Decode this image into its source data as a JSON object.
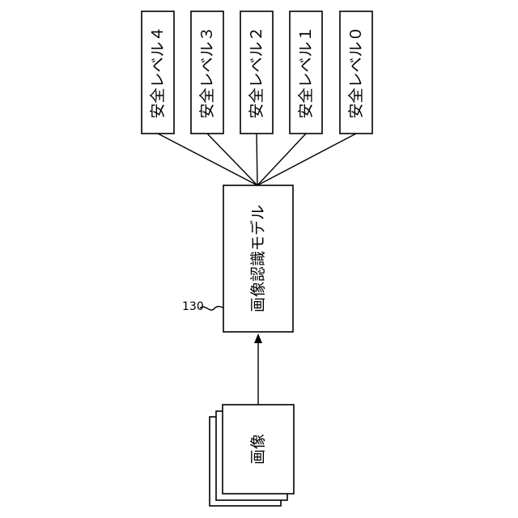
{
  "diagram": {
    "safety_levels": [
      {
        "label": "安全レベル４"
      },
      {
        "label": "安全レベル３"
      },
      {
        "label": "安全レベル２"
      },
      {
        "label": "安全レベル１"
      },
      {
        "label": "安全レベル０"
      }
    ],
    "model": {
      "label": "画像認識モデル",
      "ref_number": "130"
    },
    "input": {
      "label": "画像"
    }
  }
}
